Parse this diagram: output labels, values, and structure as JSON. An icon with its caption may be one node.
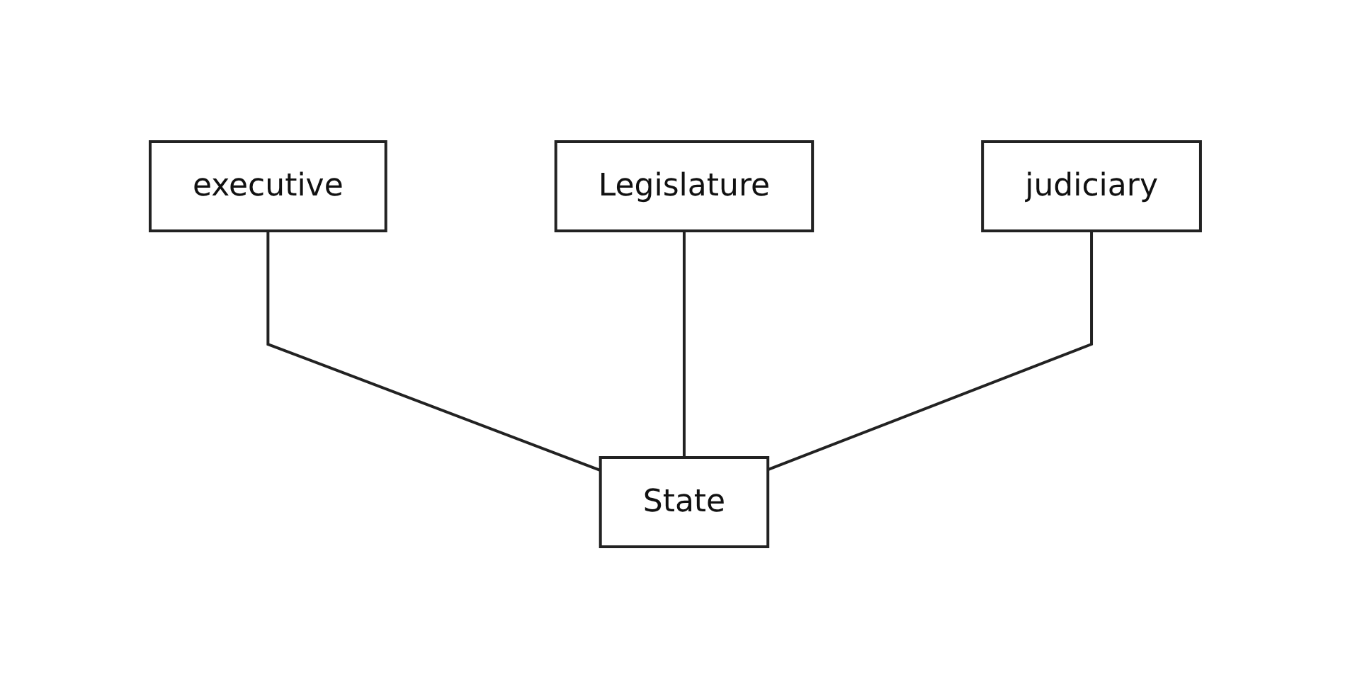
{
  "diagram": {
    "nodes": [
      {
        "text": [
          "executive"
        ]
      },
      {
        "text": [
          "Legislature"
        ]
      },
      {
        "text": [
          "judiciary"
        ]
      },
      {
        "text": [
          "State"
        ]
      }
    ],
    "edges": [
      {
        "from": 0,
        "to": 3,
        "arrow": "none"
      },
      {
        "from": 1,
        "to": 3,
        "arrow": "none"
      },
      {
        "from": 2,
        "to": 3,
        "arrow": "none"
      }
    ]
  }
}
